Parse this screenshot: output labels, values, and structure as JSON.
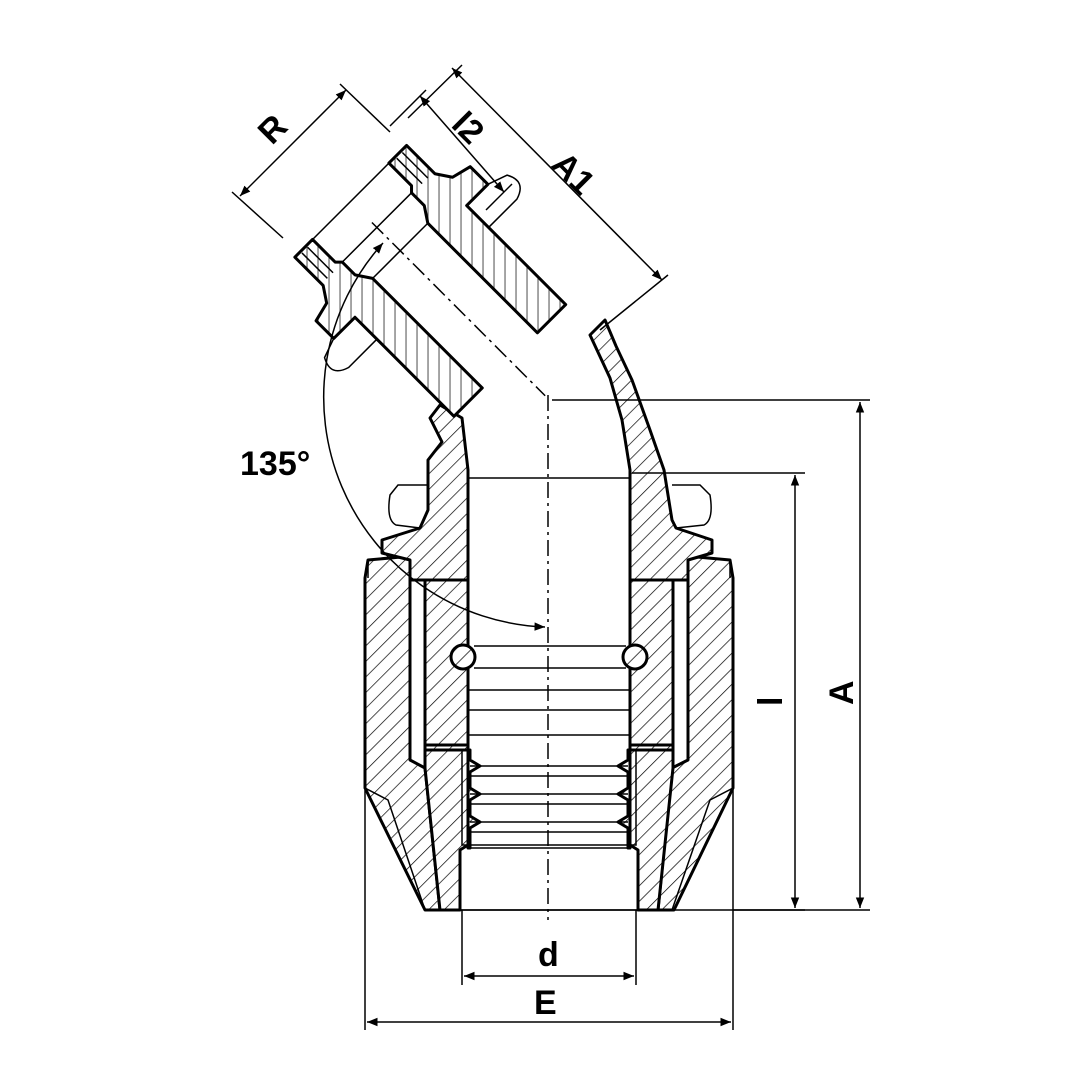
{
  "labels": {
    "r": "R",
    "l2": "l2",
    "a1": "A1",
    "angle": "135°",
    "l": "l",
    "a": "A",
    "d": "d",
    "e": "E"
  }
}
